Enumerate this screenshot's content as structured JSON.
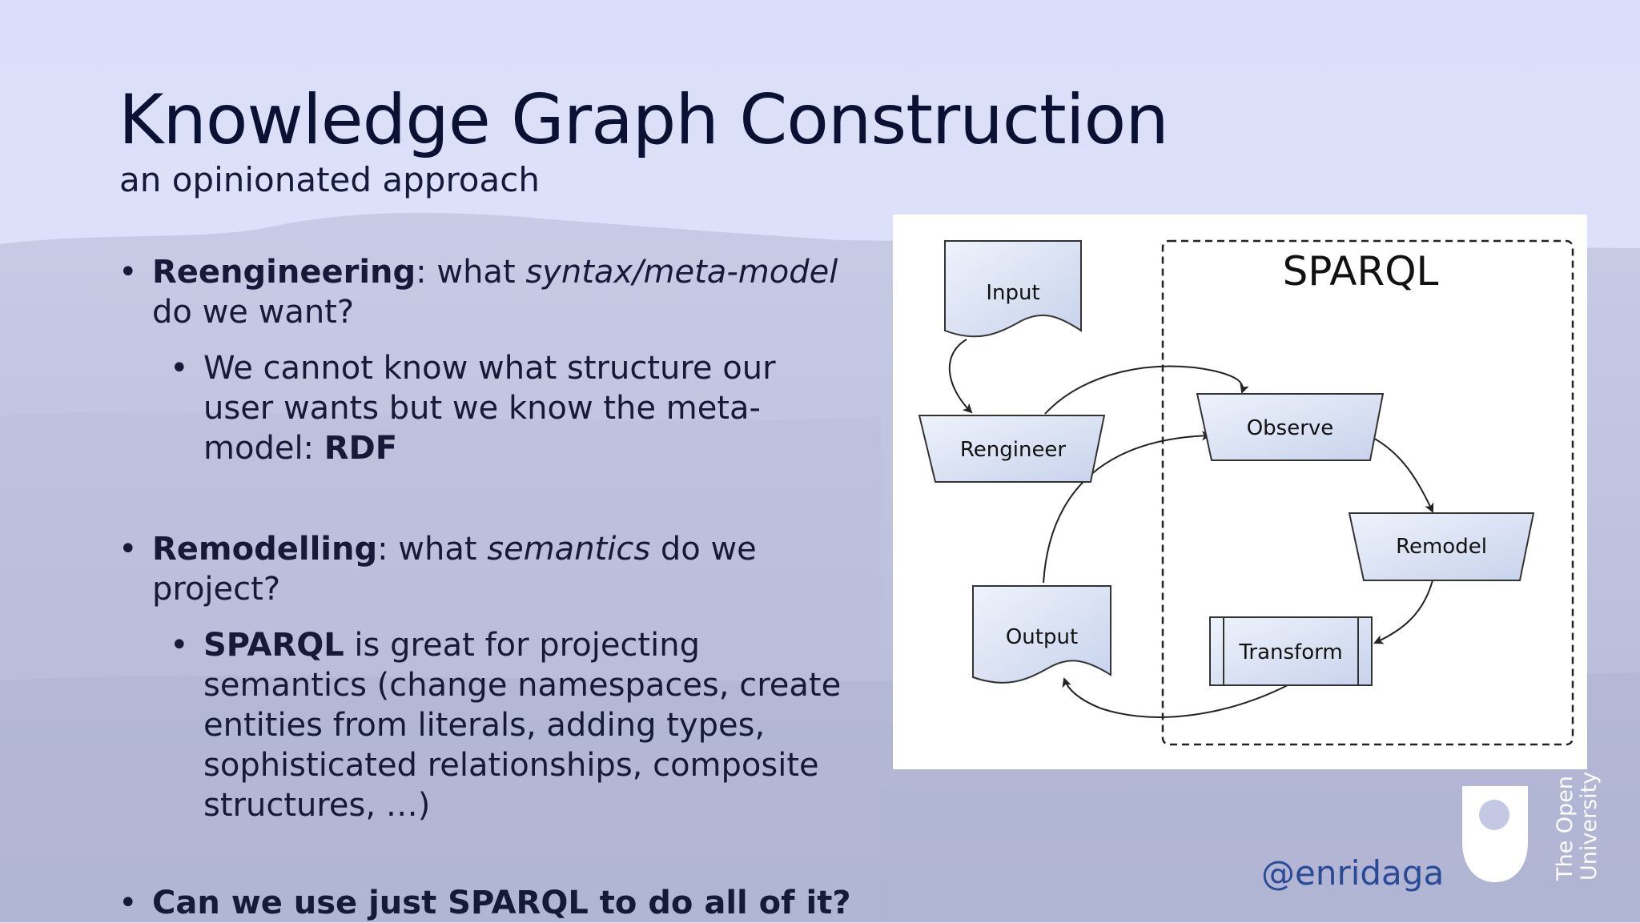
{
  "slide": {
    "title": "Knowledge Graph Construction",
    "subtitle": "an opinionated approach"
  },
  "bullets": {
    "b1": {
      "bold": "Reengineering",
      "text_a": ": what ",
      "italic": "syntax/meta-model",
      "text_b": " do we want?",
      "sub": {
        "text": "We cannot know what structure our user wants but we know the meta-model: ",
        "bold": "RDF"
      }
    },
    "b2": {
      "bold": "Remodelling",
      "text_a": ": what ",
      "italic": "semantics",
      "text_b": " do we project?",
      "sub": {
        "bold": "SPARQL",
        "text": " is great for projecting semantics (change namespaces, create entities from literals, adding types, sophisticated relationships, composite structures, …)"
      }
    },
    "b3": {
      "bold": "Can we use just SPARQL to do all of it?"
    },
    "marker": "•"
  },
  "diagram": {
    "group_label": "SPARQL",
    "nodes": {
      "input": "Input",
      "rengineer": "Rengineer",
      "observe": "Observe",
      "remodel": "Remodel",
      "transform": "Transform",
      "output": "Output"
    }
  },
  "footer": {
    "handle": "@enridaga",
    "org_line1": "The Open",
    "org_line2": "University"
  },
  "colors": {
    "background": "#dfe2f6",
    "title": "#0b1133",
    "handle": "#2b4a96",
    "node_fill_top": "#eef2fb",
    "node_fill_bottom": "#c7d3ec"
  }
}
